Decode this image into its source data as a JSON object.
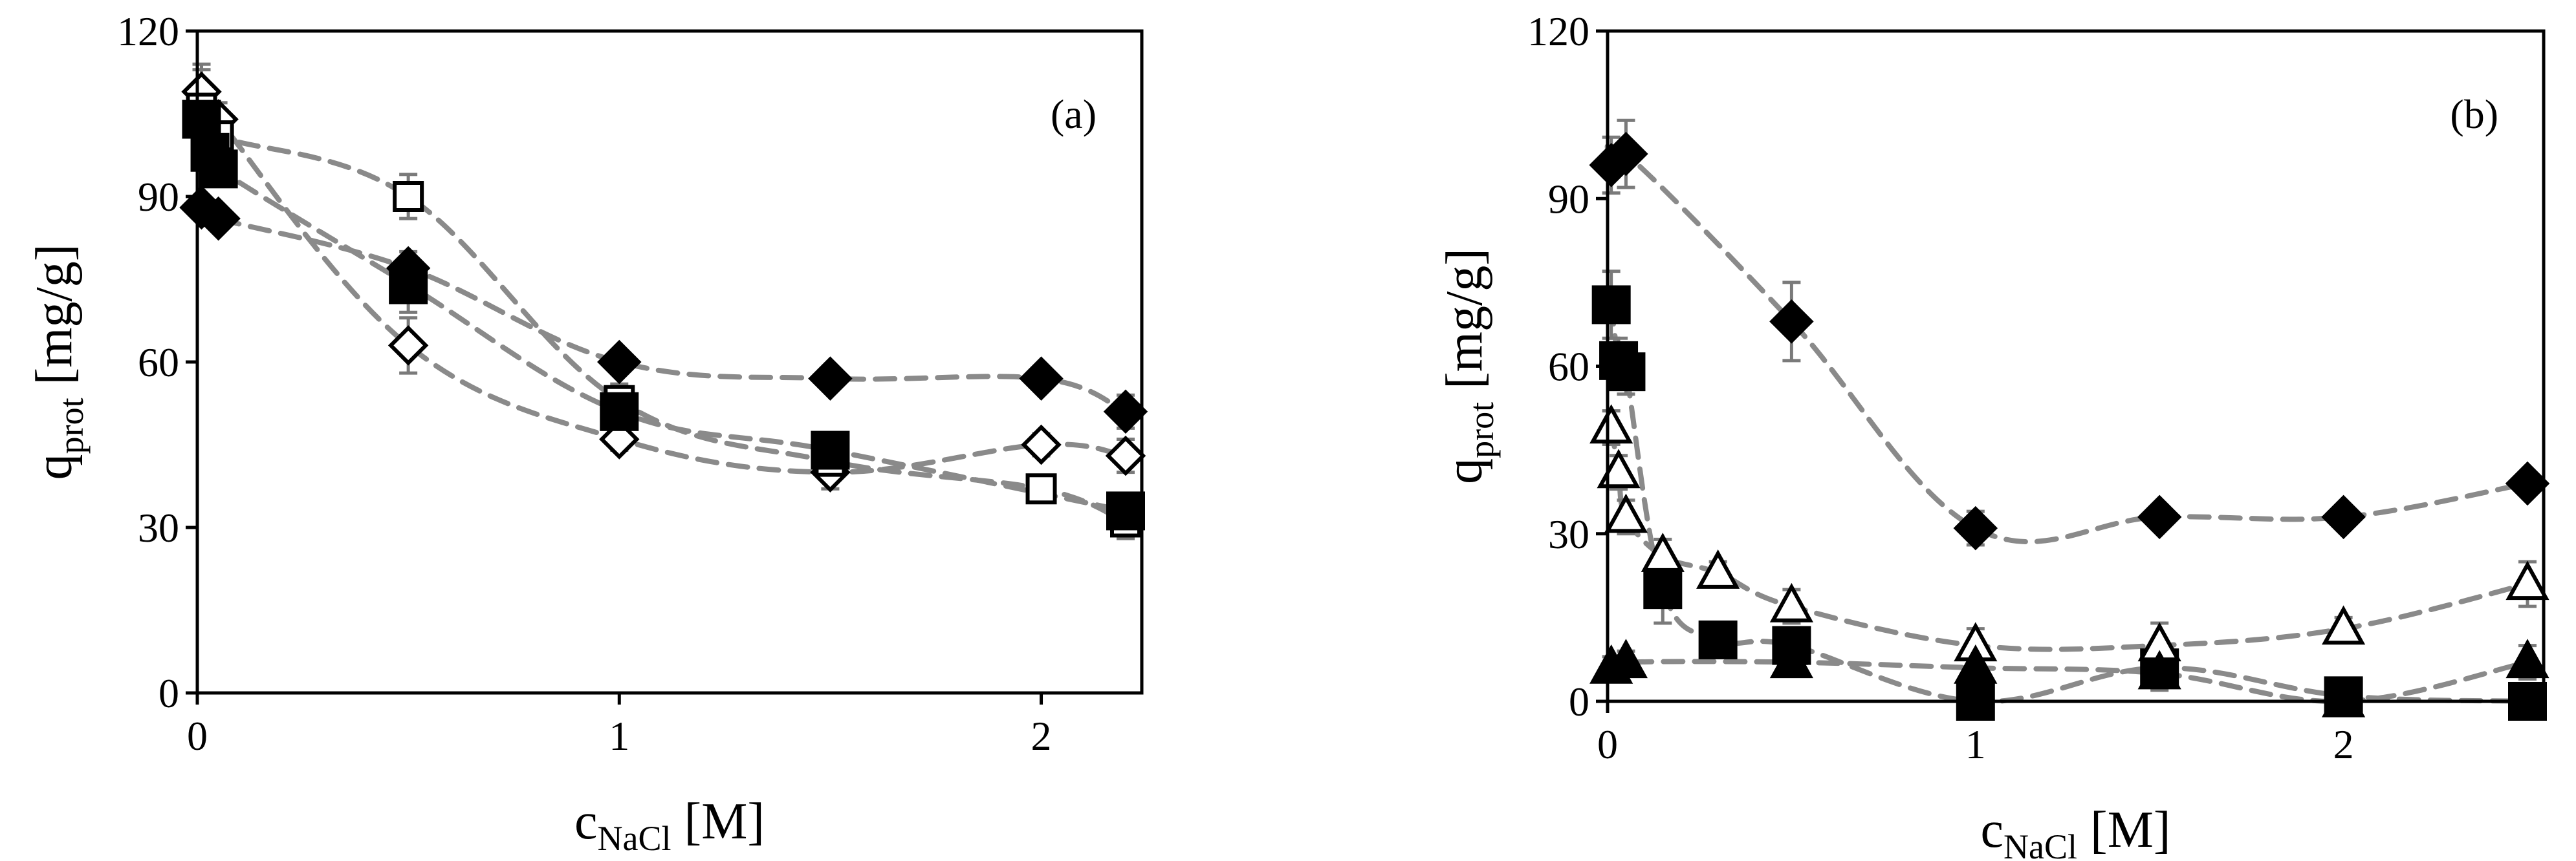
{
  "chart_data": [
    {
      "type": "scatter",
      "panel_label": "(a)",
      "xlabel": {
        "main": "c",
        "sub": "NaCl",
        "unit": " [M]"
      },
      "ylabel": {
        "main": "q",
        "sub": "prot",
        "unit": " [mg/g]"
      },
      "xlim": [
        0,
        2.2
      ],
      "ylim": [
        0,
        120
      ],
      "xticks": [
        0,
        1,
        2
      ],
      "yticks": [
        0,
        30,
        60,
        90,
        120
      ],
      "grid": false,
      "series": [
        {
          "marker": "diamond",
          "filled": true,
          "points": [
            {
              "x": 0.01,
              "y": 88,
              "err": 2
            },
            {
              "x": 0.05,
              "y": 86,
              "err": 2
            },
            {
              "x": 0.5,
              "y": 77,
              "err": 3
            },
            {
              "x": 1.0,
              "y": 60,
              "err": 2
            },
            {
              "x": 1.5,
              "y": 57,
              "err": 2
            },
            {
              "x": 2.0,
              "y": 57,
              "err": 2
            },
            {
              "x": 2.2,
              "y": 51,
              "err": 3
            }
          ]
        },
        {
          "marker": "diamond",
          "filled": false,
          "points": [
            {
              "x": 0.01,
              "y": 109,
              "err": 4
            },
            {
              "x": 0.05,
              "y": 104,
              "err": 3
            },
            {
              "x": 0.5,
              "y": 63,
              "err": 5
            },
            {
              "x": 1.0,
              "y": 46,
              "err": 2
            },
            {
              "x": 1.5,
              "y": 40,
              "err": 3
            },
            {
              "x": 2.0,
              "y": 45,
              "err": 2
            },
            {
              "x": 2.2,
              "y": 43,
              "err": 3
            }
          ]
        },
        {
          "marker": "square",
          "filled": false,
          "points": [
            {
              "x": 0.01,
              "y": 106,
              "err": 8
            },
            {
              "x": 0.05,
              "y": 101,
              "err": 3
            },
            {
              "x": 0.5,
              "y": 90,
              "err": 4
            },
            {
              "x": 1.0,
              "y": 53,
              "err": 3
            },
            {
              "x": 1.5,
              "y": 42,
              "err": 2
            },
            {
              "x": 2.0,
              "y": 37,
              "err": 2
            },
            {
              "x": 2.2,
              "y": 31,
              "err": 3
            }
          ]
        },
        {
          "marker": "square",
          "filled": true,
          "points": [
            {
              "x": 0.01,
              "y": 104,
              "err": 4
            },
            {
              "x": 0.03,
              "y": 98,
              "err": 3
            },
            {
              "x": 0.05,
              "y": 95,
              "err": 3
            },
            {
              "x": 0.5,
              "y": 74,
              "err": 5
            },
            {
              "x": 1.0,
              "y": 51,
              "err": 3
            },
            {
              "x": 1.5,
              "y": 44,
              "err": 2
            },
            {
              "x": 2.2,
              "y": 33,
              "err": 3
            }
          ]
        }
      ]
    },
    {
      "type": "scatter",
      "panel_label": "(b)",
      "xlabel": {
        "main": "c",
        "sub": "NaCl",
        "unit": " [M]"
      },
      "ylabel": {
        "main": "q",
        "sub": "prot",
        "unit": " [mg/g]"
      },
      "xlim": [
        0,
        2.5
      ],
      "ylim": [
        0,
        120
      ],
      "xticks": [
        0,
        1,
        2
      ],
      "yticks": [
        0,
        30,
        60,
        90,
        120
      ],
      "grid": false,
      "series": [
        {
          "marker": "diamond",
          "filled": true,
          "points": [
            {
              "x": 0.01,
              "y": 96,
              "err": 5
            },
            {
              "x": 0.05,
              "y": 98,
              "err": 6
            },
            {
              "x": 0.5,
              "y": 68,
              "err": 7
            },
            {
              "x": 1.0,
              "y": 31,
              "err": 3
            },
            {
              "x": 1.5,
              "y": 33,
              "err": 2
            },
            {
              "x": 2.0,
              "y": 33,
              "err": 2
            },
            {
              "x": 2.5,
              "y": 39,
              "err": 2
            }
          ]
        },
        {
          "marker": "square",
          "filled": true,
          "points": [
            {
              "x": 0.01,
              "y": 71,
              "err": 6
            },
            {
              "x": 0.03,
              "y": 61,
              "err": 4
            },
            {
              "x": 0.05,
              "y": 59,
              "err": 4
            },
            {
              "x": 0.15,
              "y": 20,
              "err": 6
            },
            {
              "x": 0.3,
              "y": 11,
              "err": 3
            },
            {
              "x": 0.5,
              "y": 10,
              "err": 2
            },
            {
              "x": 1.0,
              "y": 0,
              "err": 1
            },
            {
              "x": 1.5,
              "y": 6,
              "err": 4
            },
            {
              "x": 2.0,
              "y": 1,
              "err": 2
            },
            {
              "x": 2.5,
              "y": 0,
              "err": 1
            }
          ]
        },
        {
          "marker": "triangle",
          "filled": false,
          "points": [
            {
              "x": 0.01,
              "y": 49,
              "err": 3
            },
            {
              "x": 0.03,
              "y": 41,
              "err": 3
            },
            {
              "x": 0.05,
              "y": 33,
              "err": 3
            },
            {
              "x": 0.15,
              "y": 26,
              "err": 3
            },
            {
              "x": 0.3,
              "y": 23,
              "err": 2
            },
            {
              "x": 0.5,
              "y": 17,
              "err": 3
            },
            {
              "x": 1.0,
              "y": 10,
              "err": 3
            },
            {
              "x": 1.5,
              "y": 10,
              "err": 4
            },
            {
              "x": 2.0,
              "y": 13,
              "err": 2
            },
            {
              "x": 2.5,
              "y": 21,
              "err": 4
            }
          ]
        },
        {
          "marker": "triangle",
          "filled": true,
          "points": [
            {
              "x": 0.01,
              "y": 6,
              "err": 2
            },
            {
              "x": 0.05,
              "y": 7,
              "err": 2
            },
            {
              "x": 0.5,
              "y": 7,
              "err": 2
            },
            {
              "x": 1.0,
              "y": 6,
              "err": 2
            },
            {
              "x": 1.5,
              "y": 5,
              "err": 2
            },
            {
              "x": 2.0,
              "y": 0,
              "err": 1
            },
            {
              "x": 2.5,
              "y": 7,
              "err": 3
            }
          ]
        }
      ]
    }
  ]
}
